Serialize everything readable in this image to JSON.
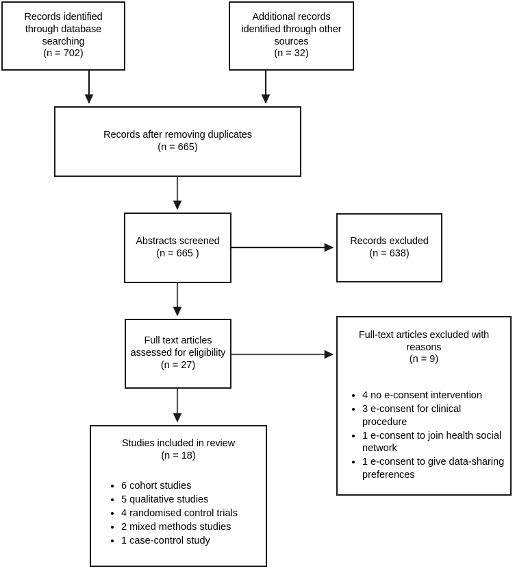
{
  "diagram": {
    "type": "prisma-flow-diagram",
    "stroke_color": "#1a1a1a",
    "background": "#ffffff",
    "nodes": [
      {
        "id": "records-identified-database",
        "title": "Records identified\nthrough database\nsearching",
        "count": "(n = 702)"
      },
      {
        "id": "additional-records-other-sources",
        "title": "Additional records\nidentified through other\nsources",
        "count": "(n = 32)"
      },
      {
        "id": "records-after-duplicates",
        "title": "Records after removing duplicates",
        "count": "(n = 665)"
      },
      {
        "id": "abstracts-screened",
        "title": "Abstracts screened",
        "count": "(n = 665 )"
      },
      {
        "id": "records-excluded",
        "title": "Records excluded",
        "count": "(n = 638)"
      },
      {
        "id": "full-text-assessed",
        "title": "Full text articles\nassessed for eligibility",
        "count": "(n = 27)"
      },
      {
        "id": "full-text-excluded-reasons",
        "title": "Full-text articles excluded with\nreasons",
        "count": "(n = 9)",
        "bullets": [
          "4 no e-consent intervention",
          "3 e-consent for clinical procedure",
          "1 e-consent to join health social network",
          "1 e-consent to give data-sharing preferences"
        ]
      },
      {
        "id": "studies-included",
        "title": "Studies included in review",
        "count": "(n = 18)",
        "bullets": [
          "6 cohort studies",
          "5 qualitative studies",
          "4 randomised control trials",
          "2 mixed methods studies",
          "1 case-control study"
        ]
      }
    ],
    "connectors": [
      {
        "id": "database-to-duplicates",
        "direction": "down"
      },
      {
        "id": "other-sources-to-duplicates",
        "direction": "down"
      },
      {
        "id": "duplicates-to-abstracts",
        "direction": "down"
      },
      {
        "id": "abstracts-to-excluded",
        "direction": "right"
      },
      {
        "id": "abstracts-to-full-text",
        "direction": "down"
      },
      {
        "id": "full-text-to-excluded-reasons",
        "direction": "right"
      },
      {
        "id": "full-text-to-included",
        "direction": "down"
      }
    ]
  }
}
